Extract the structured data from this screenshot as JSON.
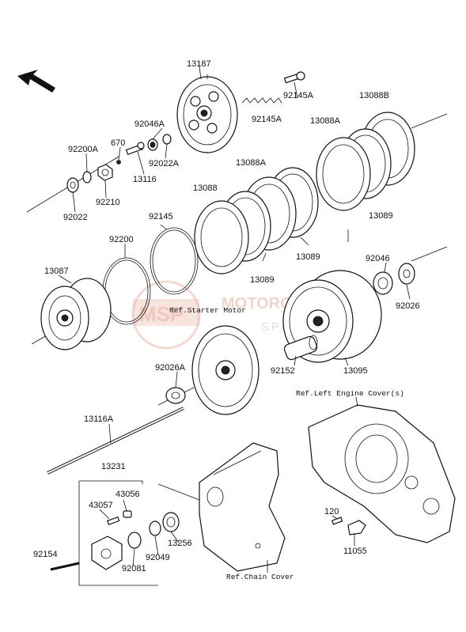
{
  "labels": {
    "p13187": "13187",
    "p92145A_top": "92145A",
    "p92145A_mid": "92145A",
    "p13088B": "13088B",
    "p13088A_top": "13088A",
    "p92046A": "92046A",
    "p670": "670",
    "p92200A": "92200A",
    "p92022A": "92022A",
    "p13116": "13116",
    "p92210": "92210",
    "p92022": "92022",
    "p13088A_mid": "13088A",
    "p13088": "13088",
    "p92145": "92145",
    "p13089_right": "13089",
    "p13089_mid": "13089",
    "p13089_low": "13089",
    "p92200": "92200",
    "p92046": "92046",
    "p13087": "13087",
    "p92026": "92026",
    "p92026A": "92026A",
    "p92152": "92152",
    "p13095": "13095",
    "p13116A": "13116A",
    "p13231": "13231",
    "p43056": "43056",
    "p43057": "43057",
    "p92154": "92154",
    "p13256": "13256",
    "p92049": "92049",
    "p92081": "92081",
    "p120": "120",
    "p11055": "11055"
  },
  "refs": {
    "starter_motor": "Ref.Starter Motor",
    "left_engine_cover": "Ref.Left Engine Cover(s)",
    "chain_cover": "Ref.Chain Cover"
  },
  "watermark": {
    "logo": "MSP",
    "brand": "MOTORCYCLE",
    "sub": "SPARE"
  }
}
